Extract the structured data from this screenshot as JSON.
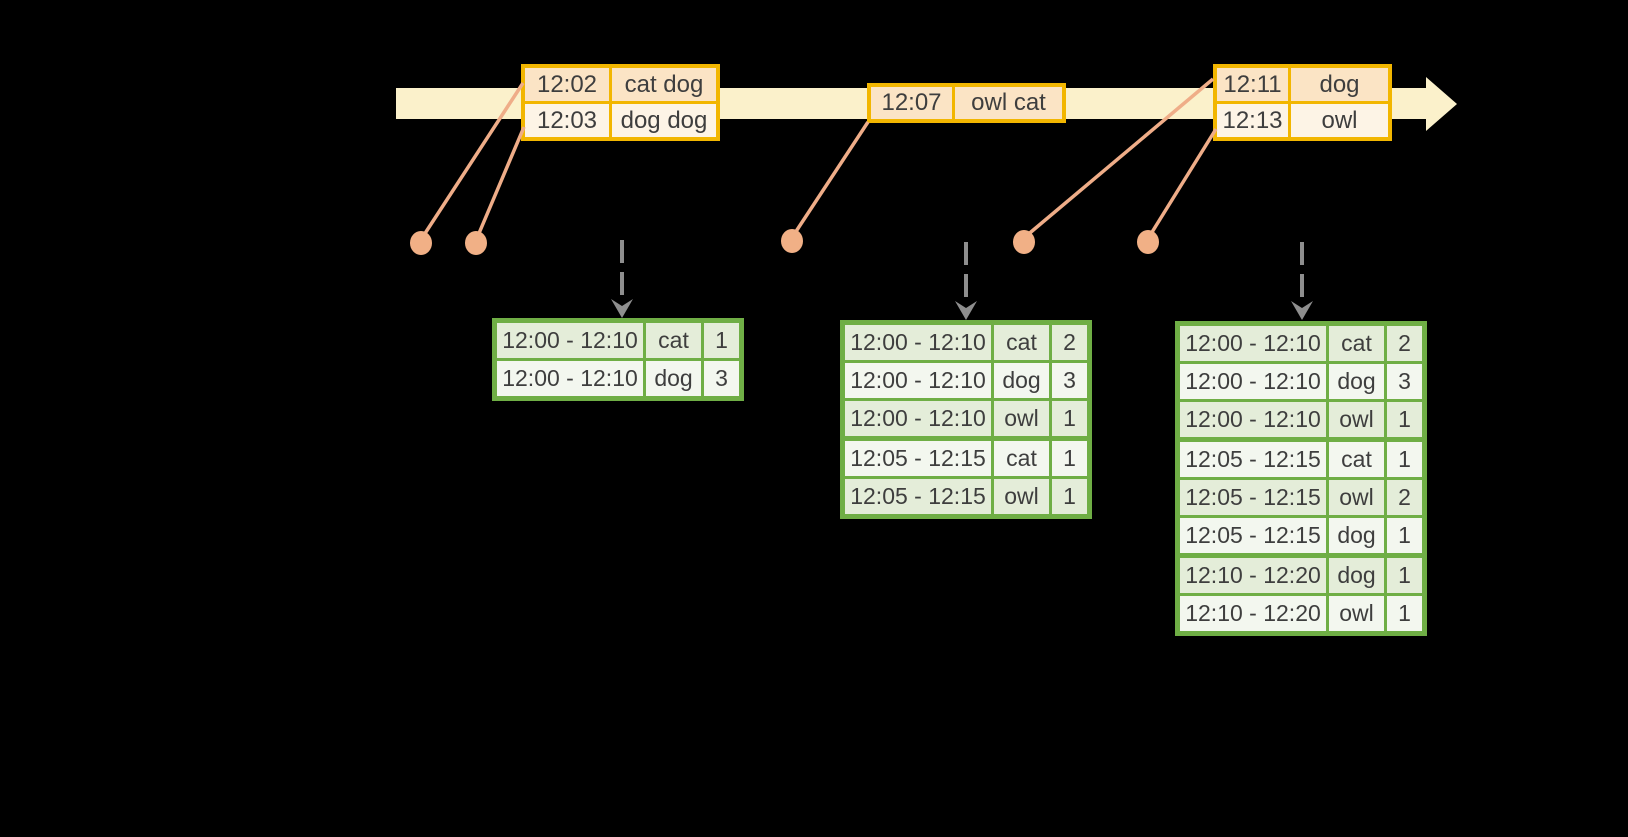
{
  "diagram": {
    "colors": {
      "background": "#000000",
      "timeline_band": "#FBF1CB",
      "event_border": "#F2B600",
      "event_row_dark": "#FBE4C5",
      "event_row_light": "#FDF4E6",
      "connector": "#EFAD88",
      "dot": "#F1B086",
      "arrow_gray": "#8E8E8E",
      "table_border": "#6FAE45",
      "table_row_dark": "#E4EDD9",
      "table_row_light": "#F3F7EF",
      "text": "#3E3E3E"
    },
    "event_batches": [
      {
        "rows": [
          {
            "time": "12:02",
            "words": "cat dog"
          },
          {
            "time": "12:03",
            "words": "dog dog"
          }
        ]
      },
      {
        "rows": [
          {
            "time": "12:07",
            "words": "owl cat"
          }
        ]
      },
      {
        "rows": [
          {
            "time": "12:11",
            "words": "dog"
          },
          {
            "time": "12:13",
            "words": "owl"
          }
        ]
      }
    ],
    "result_tables": [
      {
        "rows": [
          {
            "window": "12:00 - 12:10",
            "word": "cat",
            "count": "1"
          },
          {
            "window": "12:00 - 12:10",
            "word": "dog",
            "count": "3"
          }
        ]
      },
      {
        "rows": [
          {
            "window": "12:00 - 12:10",
            "word": "cat",
            "count": "2"
          },
          {
            "window": "12:00 - 12:10",
            "word": "dog",
            "count": "3"
          },
          {
            "window": "12:00 - 12:10",
            "word": "owl",
            "count": "1"
          },
          {
            "window": "12:05 - 12:15",
            "word": "cat",
            "count": "1"
          },
          {
            "window": "12:05 - 12:15",
            "word": "owl",
            "count": "1"
          }
        ]
      },
      {
        "rows": [
          {
            "window": "12:00 - 12:10",
            "word": "cat",
            "count": "2"
          },
          {
            "window": "12:00 - 12:10",
            "word": "dog",
            "count": "3"
          },
          {
            "window": "12:00 - 12:10",
            "word": "owl",
            "count": "1"
          },
          {
            "window": "12:05 - 12:15",
            "word": "cat",
            "count": "1"
          },
          {
            "window": "12:05 - 12:15",
            "word": "owl",
            "count": "2"
          },
          {
            "window": "12:05 - 12:15",
            "word": "dog",
            "count": "1"
          },
          {
            "window": "12:10 - 12:20",
            "word": "dog",
            "count": "1"
          },
          {
            "window": "12:10 - 12:20",
            "word": "owl",
            "count": "1"
          }
        ]
      }
    ]
  }
}
